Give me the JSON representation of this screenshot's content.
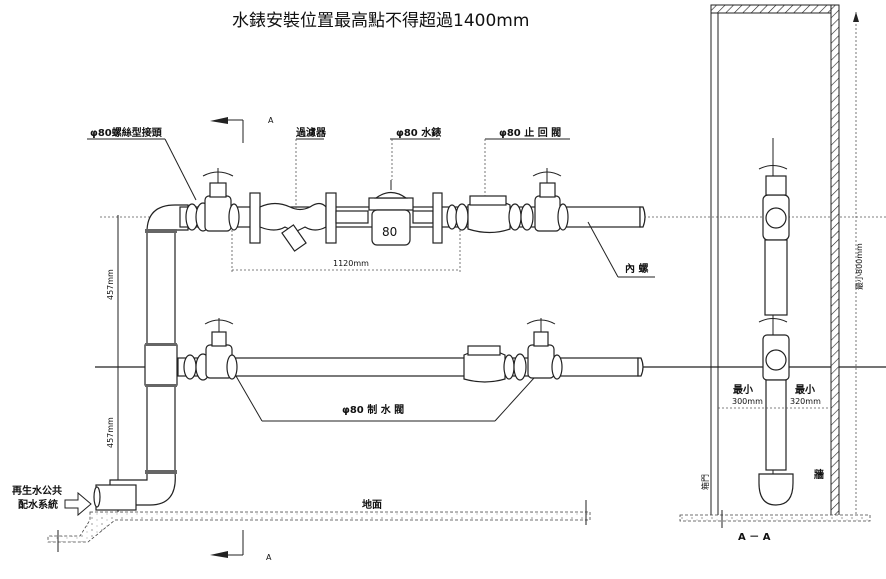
{
  "title": "水錶安裝位置最高點不得超過1400mm",
  "labels": {
    "union_joint": "φ80螺絲型接頭",
    "strainer": "過濾器",
    "meter": "φ80 水錶",
    "check_valve": "φ80 止 回 閥",
    "inner_thread": "內 螺",
    "gate_valve": "φ80 制 水 閥",
    "ground": "地面",
    "supply_line1": "再生水公共",
    "supply_line2": "配水系統",
    "meter_size": "80",
    "section_mark_top": "A",
    "section_mark_bottom": "A",
    "section_title": "A － A",
    "left_door": "箱門",
    "right_wall": "牆"
  },
  "dimensions": {
    "span_length": "1120mm",
    "rise_upper": "457mm",
    "rise_lower": "457mm",
    "min_height": "最小800mm",
    "clear_left_label": "最小",
    "clear_left_value": "300mm",
    "clear_right_label": "最小",
    "clear_right_value": "320mm"
  }
}
